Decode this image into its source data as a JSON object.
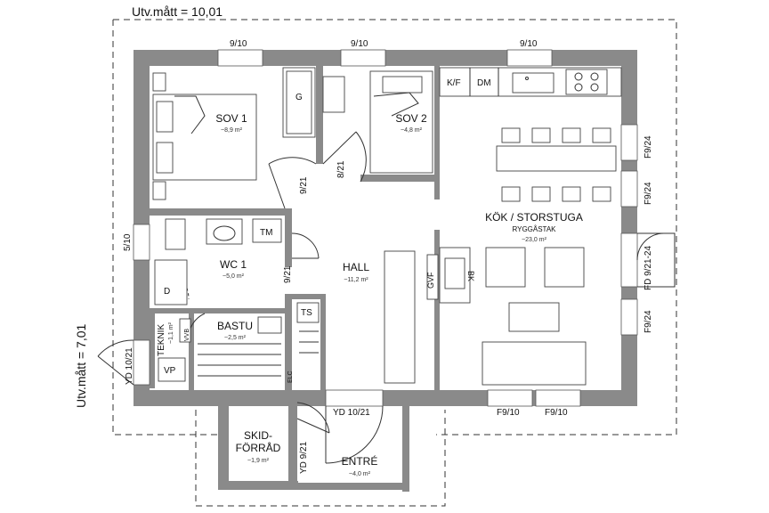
{
  "dimensions": {
    "width_label": "Utv.mått = 10,01",
    "depth_label": "Utv.mått = 7,01"
  },
  "rooms": {
    "sov1": {
      "name": "SOV 1",
      "area": "~8,9 m²"
    },
    "sov2": {
      "name": "SOV 2",
      "area": "~4,8 m²"
    },
    "kok": {
      "name": "KÖK / STORSTUGA",
      "sub": "RYGGÅSTAK",
      "area": "~23,0 m²"
    },
    "wc1": {
      "name": "WC 1",
      "area": "~5,0 m²"
    },
    "hall": {
      "name": "HALL",
      "area": "~11,2 m²"
    },
    "bastu": {
      "name": "BASTU",
      "area": "~2,5 m²"
    },
    "teknik": {
      "name": "TEKNIK",
      "area": "~1,1 m²"
    },
    "skid": {
      "name_line1": "SKID-",
      "name_line2": "FÖRRÅD",
      "area": "~1,9 m²"
    },
    "entre": {
      "name": "ENTRÉ",
      "area": "~4,0 m²"
    }
  },
  "labels": {
    "win_top_1": "9/10",
    "win_top_2": "9/10",
    "win_top_3": "9/10",
    "win_right_1": "F9/24",
    "win_right_2": "F9/24",
    "door_right": "FD 9/21-24",
    "win_right_3": "F9/24",
    "win_bottom_1": "F9/10",
    "win_bottom_2": "F9/10",
    "win_left": "5/10",
    "door_left": "YD 10/21",
    "door_front": "YD 10/21",
    "door_skid": "YD 9/21",
    "door_sov1": "9/21",
    "door_sov2": "8/21",
    "door_wc": "9/21",
    "kf": "K/F",
    "dm": "DM",
    "gvf": "GVF",
    "bk": "BK",
    "g": "G",
    "tm": "TM",
    "d": "D",
    "ts": "TS",
    "vp": "VP",
    "vvb": "VVB",
    "elc": "ELC"
  }
}
